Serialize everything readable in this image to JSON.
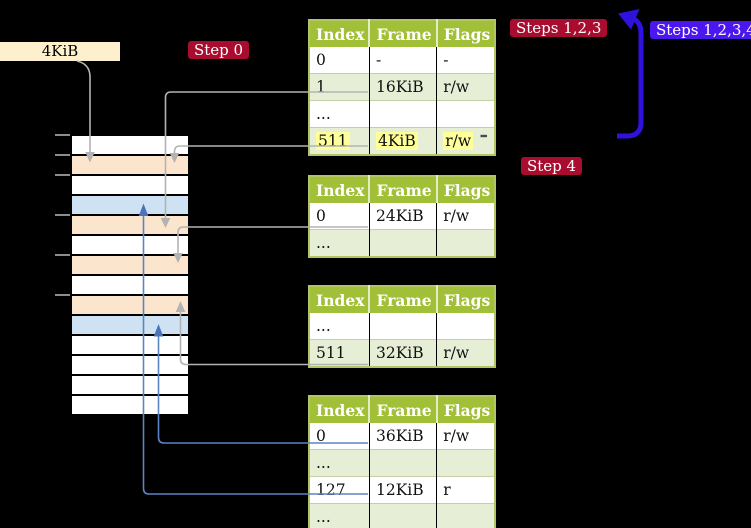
{
  "frame_size_label": {
    "text": "4KiB"
  },
  "badges": {
    "step0": {
      "label": "Step 0"
    },
    "steps123": {
      "label": "Steps 1,2,3"
    },
    "steps1234": {
      "label": "Steps 1,2,3,4"
    },
    "step4": {
      "label": "Step 4"
    }
  },
  "page_tables": [
    {
      "name": "page-table-top",
      "headers": [
        "Index",
        "Frame",
        "Flags"
      ],
      "rows": [
        [
          "0",
          "-",
          "-"
        ],
        [
          "1",
          "16KiB",
          "r/w"
        ],
        [
          "...",
          "",
          ""
        ],
        [
          "511",
          "4KiB",
          "r/w"
        ]
      ],
      "highlight_row": 3
    },
    {
      "name": "page-table-second",
      "headers": [
        "Index",
        "Frame",
        "Flags"
      ],
      "rows": [
        [
          "0",
          "24KiB",
          "r/w"
        ],
        [
          "...",
          "",
          ""
        ]
      ],
      "highlight_row": -1
    },
    {
      "name": "page-table-third",
      "headers": [
        "Index",
        "Frame",
        "Flags"
      ],
      "rows": [
        [
          "...",
          "",
          ""
        ],
        [
          "511",
          "32KiB",
          "r/w"
        ]
      ],
      "highlight_row": -1
    },
    {
      "name": "page-table-fourth",
      "headers": [
        "Index",
        "Frame",
        "Flags"
      ],
      "rows": [
        [
          "0",
          "36KiB",
          "r/w"
        ],
        [
          "...",
          "",
          ""
        ],
        [
          "127",
          "12KiB",
          "r"
        ],
        [
          "...",
          "",
          ""
        ]
      ],
      "highlight_row": -1
    }
  ],
  "physical_memory": {
    "row_fills": [
      "white",
      "wheat",
      "white",
      "blue",
      "wheat",
      "white",
      "wheat",
      "white",
      "wheat",
      "blue",
      "white",
      "white",
      "white",
      "white"
    ]
  },
  "colors": {
    "table_header_bg": "#a2c037",
    "table_border": "#b3c464",
    "row_alt": "#e7eed6",
    "highlight": "#ffff99",
    "wheat": "#fce5cd",
    "blue": "#cfe2f3",
    "cream": "#fcf0cd",
    "crimson": "#a80c2f",
    "violet": "#4c17ee",
    "gray_line": "#b3b3b3",
    "blue_line": "#5b84c4",
    "blue_arrowhead": "#4a74ba",
    "big_arrow": "#2f12dd"
  }
}
